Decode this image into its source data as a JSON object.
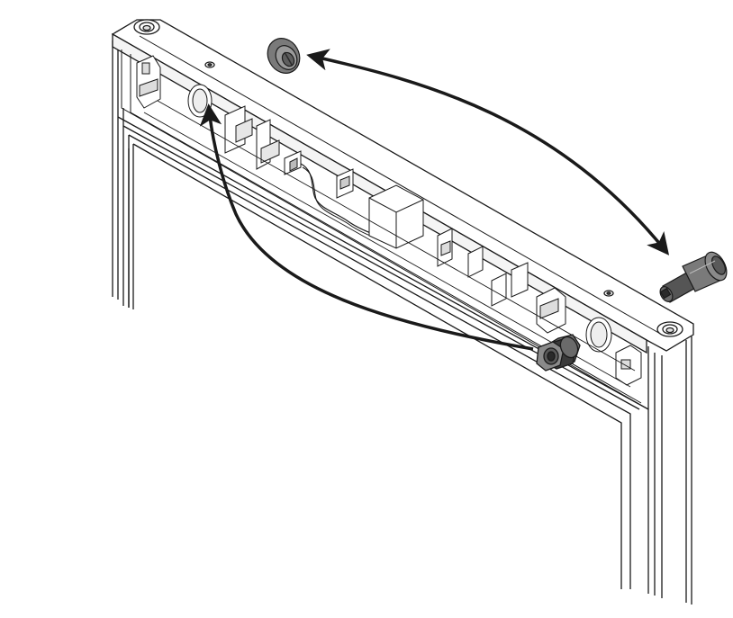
{
  "figure": {
    "kind": "assembly-instruction",
    "parts": [
      {
        "id": "cap-small",
        "icon": "round-cap-icon"
      },
      {
        "id": "hinge-pin",
        "icon": "hinge-pin-icon"
      },
      {
        "id": "hex-bushing",
        "icon": "hex-bushing-icon"
      }
    ],
    "arrows": [
      {
        "id": "swap-arrow",
        "type": "double-headed",
        "connects": [
          "cap-small",
          "hinge-pin"
        ]
      },
      {
        "id": "move-arrow",
        "type": "single-headed",
        "connects": [
          "hex-bushing",
          "left-socket"
        ]
      }
    ],
    "colors": {
      "line": "#1a1a1a",
      "part_fill": "#6e6e6e",
      "part_dark": "#3a3a3a",
      "part_light": "#9a9a9a",
      "panel": "#ffffff",
      "shade": "#e6e6e6"
    }
  }
}
